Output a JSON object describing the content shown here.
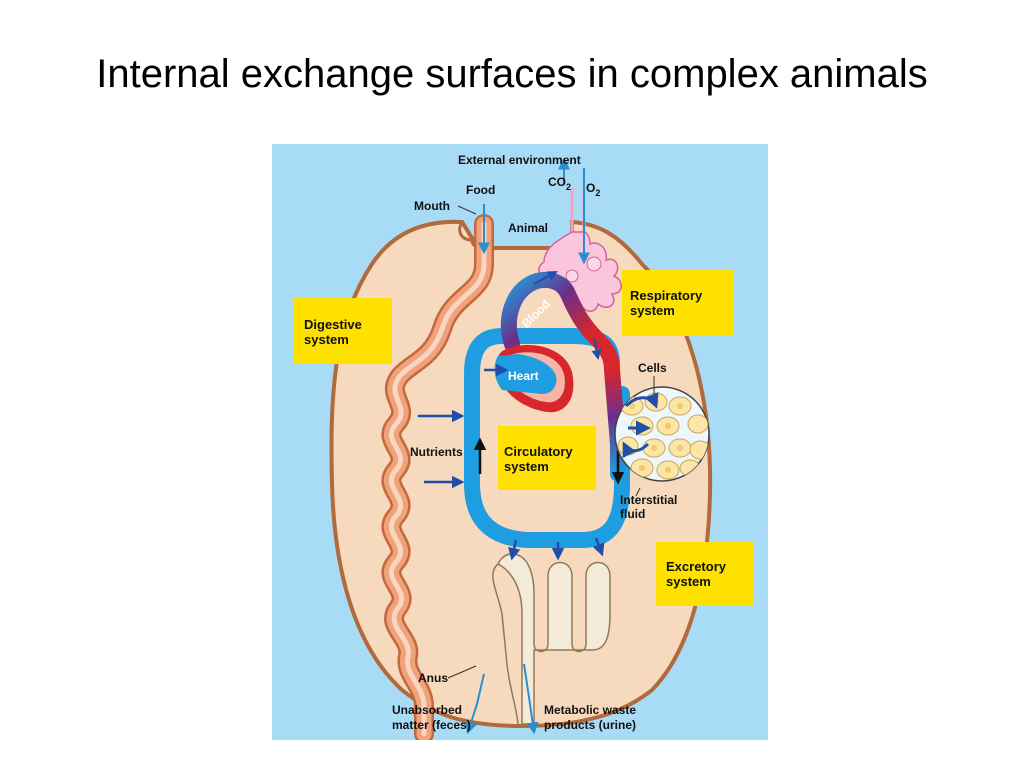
{
  "slide": {
    "title": "Internal exchange surfaces in complex animals"
  },
  "diagram": {
    "external_environment": "External environment",
    "food": "Food",
    "co2": "CO",
    "co2_sub": "2",
    "o2": "O",
    "o2_sub": "2",
    "mouth": "Mouth",
    "animal": "Animal",
    "blood": "Blood",
    "heart": "Heart",
    "cells": "Cells",
    "nutrients": "Nutrients",
    "interstitial_fluid": [
      "Interstitial",
      "fluid"
    ],
    "anus": "Anus",
    "unabsorbed": [
      "Unabsorbed",
      "matter (feces)"
    ],
    "metabolic_waste": [
      "Metabolic waste",
      "products (urine)"
    ],
    "boxes": {
      "digestive": [
        "Digestive",
        "system"
      ],
      "respiratory": [
        "Respiratory",
        "system"
      ],
      "circulatory": [
        "Circulatory",
        "system"
      ],
      "excretory": [
        "Excretory",
        "system"
      ]
    },
    "colors": {
      "background": "#a8dcf6",
      "body_fill": "#f7d9bd",
      "body_stroke": "#b06a3c",
      "gut": "#e9966b",
      "circulatory": "#1e9ee0",
      "oxygenated": "#d8262d",
      "lung": "#f9c6de",
      "kidney": "#f3ead8",
      "label_box": "#ffe100"
    }
  }
}
